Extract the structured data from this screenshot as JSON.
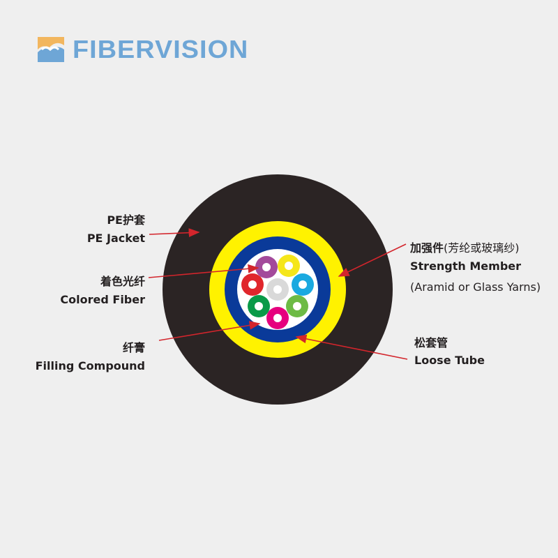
{
  "brand": {
    "name": "FIBERVISION",
    "colors": {
      "text": "#6ea6d6",
      "accent": "#f2b65e"
    }
  },
  "labels": {
    "pe_jacket_cn": "PE护套",
    "pe_jacket_en": "PE Jacket",
    "colored_fiber_cn": "着色光纤",
    "colored_fiber_en": "Colored Fiber",
    "filling_cn": "纤膏",
    "filling_en": "Filling Compound",
    "strength_cn": "加强件",
    "strength_cn_paren": "(芳纶或玻璃纱)",
    "strength_en": "Strength Member",
    "strength_en_sub": "(Aramid or Glass Yarns)",
    "loose_tube_cn": "松套管",
    "loose_tube_en": "Loose Tube"
  },
  "colors": {
    "jacket": "#2b2424",
    "strength": "#fff200",
    "tube": "#0a3a99",
    "filling": "#ffffff",
    "arrow": "#d3252c",
    "fibers": [
      "#a34a9b",
      "#f5e61a",
      "#1aa9e0",
      "#6dbb45",
      "#e6007e",
      "#0a9a48",
      "#e0262c",
      "#d9d9d9"
    ]
  }
}
